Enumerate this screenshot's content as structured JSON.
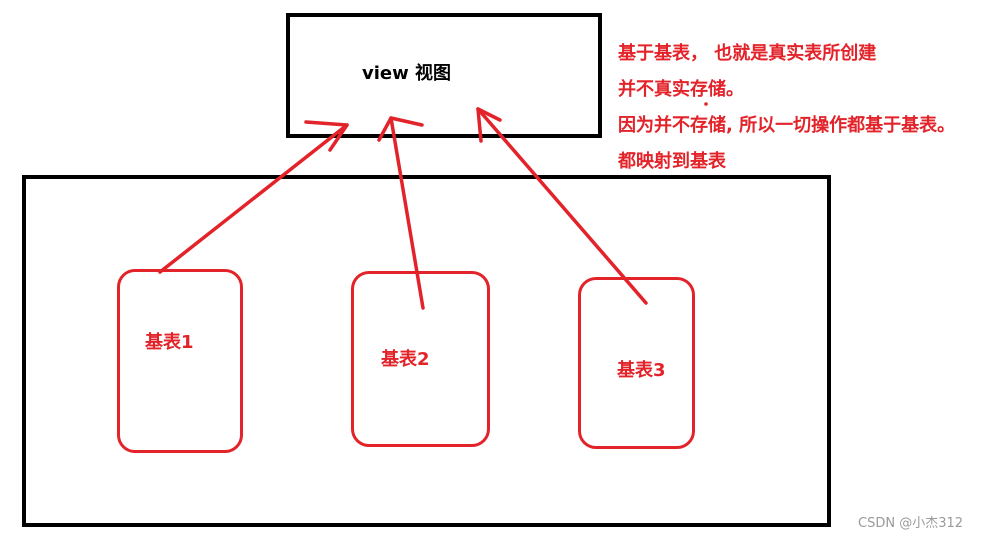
{
  "view": {
    "label": "view 视图"
  },
  "tables": [
    {
      "label": "基表1"
    },
    {
      "label": "基表2"
    },
    {
      "label": "基表3"
    }
  ],
  "notes": [
    "基于基表， 也就是真实表所创建",
    "并不真实存储。",
    "因为并不存储, 所以一切操作都基于基表。",
    "都映射到基表"
  ],
  "watermark": "CSDN @小杰312",
  "colors": {
    "arrow": "#e3232a",
    "border": "#000000"
  }
}
